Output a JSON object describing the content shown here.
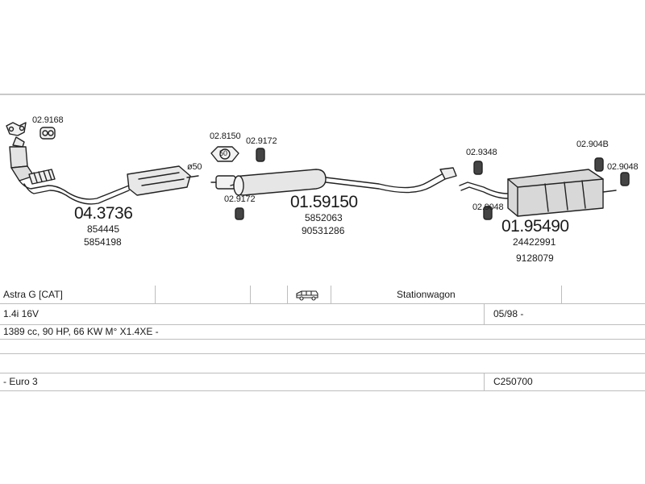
{
  "diagram": {
    "part_codes": {
      "p029168": "02.9168",
      "p028150": "02.8150",
      "p029172a": "02.9172",
      "p029172b": "02.9172",
      "p029348": "02.9348",
      "p02904b": "02.904B",
      "p029048a": "02.9048",
      "p029048b": "02.9048"
    },
    "diameter_label": "ø50",
    "clamp_label": "50",
    "assemblies": [
      {
        "code": "04.3736",
        "refs": [
          "854445",
          "5854198"
        ]
      },
      {
        "code": "01.59150",
        "refs": [
          "5852063",
          "90531286"
        ]
      },
      {
        "code": "01.95490",
        "refs": [
          "24422991",
          "9128079"
        ]
      }
    ]
  },
  "vehicle": {
    "model": "Astra G  [CAT]",
    "body_icon": "van-icon",
    "body_type": "Stationwagon",
    "engine": "1.4i 16V",
    "date": "05/98 -",
    "spec": "1389 cc, 90 HP, 66 KW M° X1.4XE -",
    "emission": "- Euro 3",
    "catalog_code": "C250700"
  }
}
